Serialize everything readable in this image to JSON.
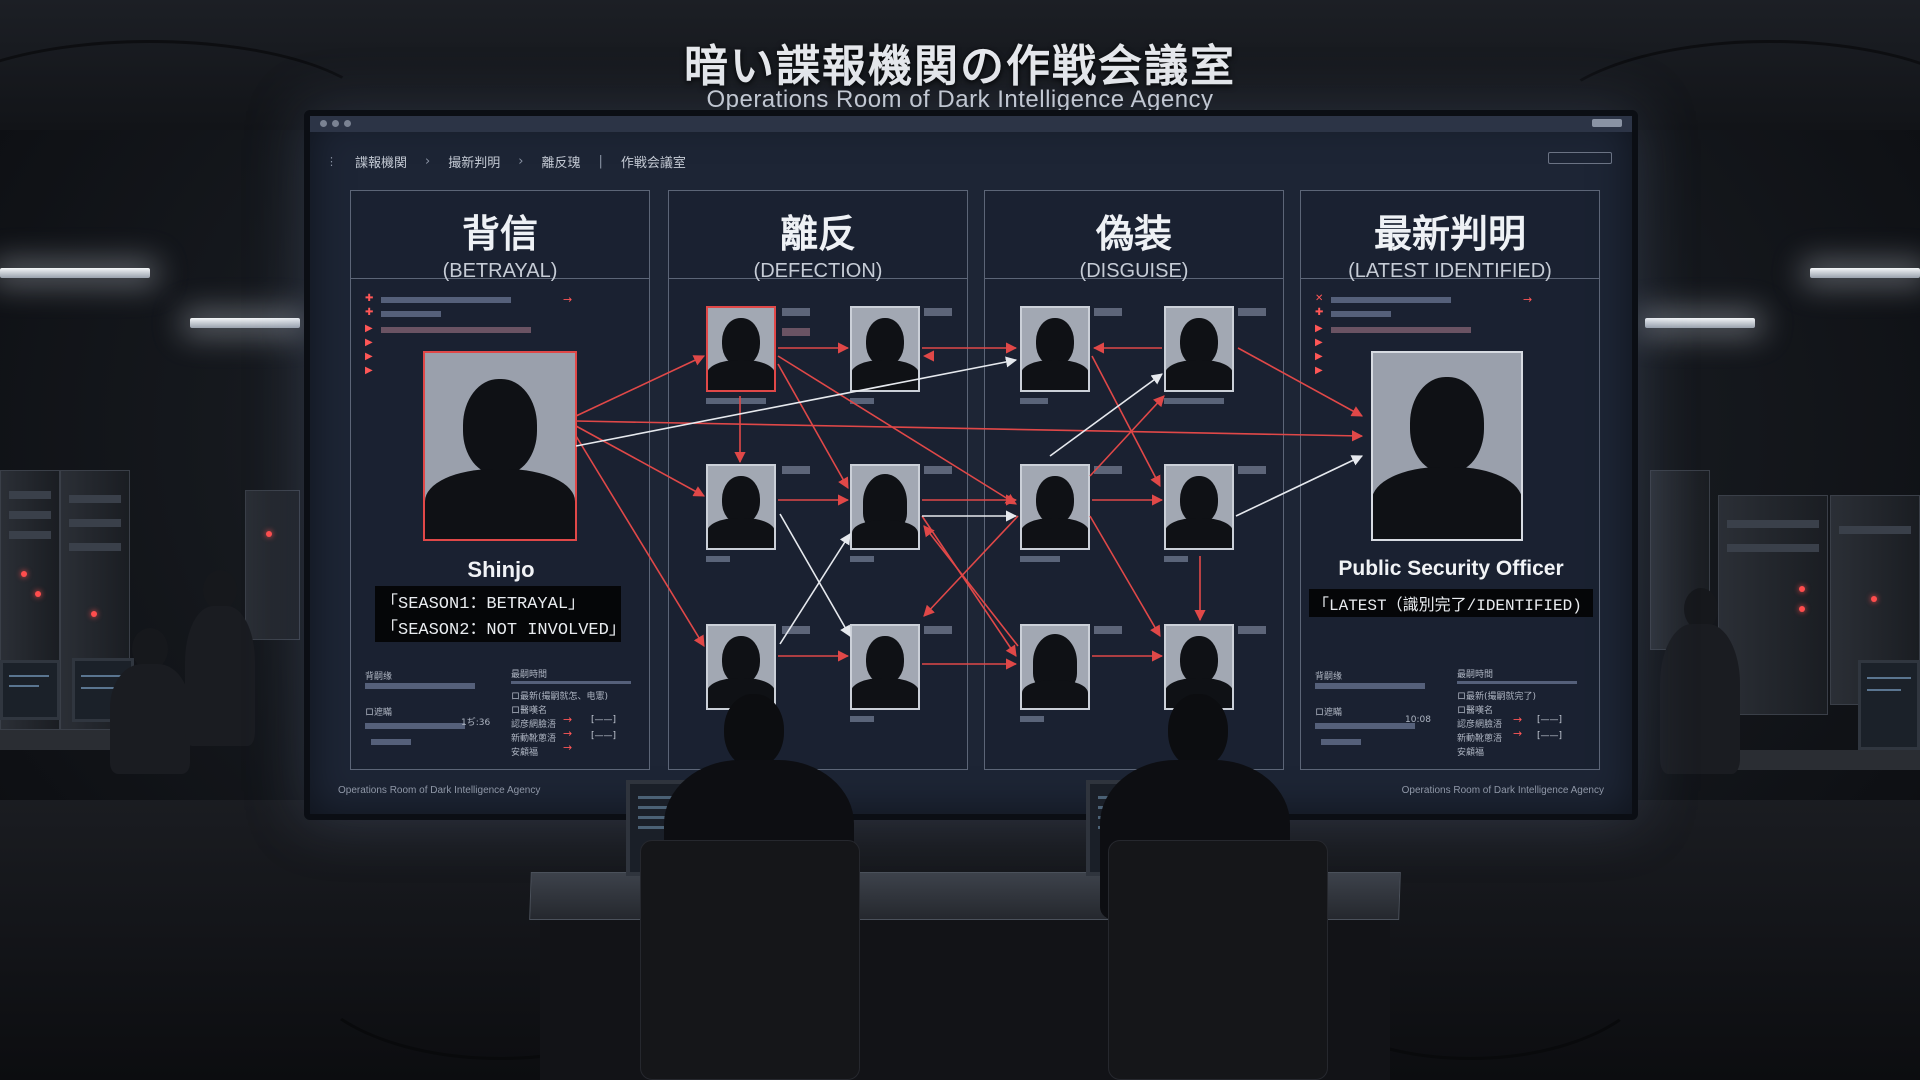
{
  "header": {
    "title": "暗い諜報機関の作戦会議室",
    "subtitle": "Operations Room of Dark Intelligence Agency"
  },
  "screen": {
    "breadcrumb": [
      "諜報機関",
      "撮新判明",
      "離反瑰",
      "作戦会議室"
    ],
    "footer_left": "Operations Room of Dark Intelligence Agency",
    "footer_right": "Operations Room of Dark Intelligence Agency"
  },
  "columns": [
    {
      "title": "背信",
      "subtitle": "(BETRAYAL)"
    },
    {
      "title": "離反",
      "subtitle": "(DEFECTION)"
    },
    {
      "title": "偽装",
      "subtitle": "(DISGUISE)"
    },
    {
      "title": "最新判明",
      "subtitle": "(LATEST IDENTIFIED)"
    }
  ],
  "betrayal_panel": {
    "name": "Shinjo",
    "tags": [
      "「SEASON1：BETRAYAL」",
      "「SEASON2：NOT INVOLVED」"
    ],
    "bottom_left": "背嗣缘",
    "bottom_right_head": "最嗣時間",
    "bottom_items": [
      "ロ最新(撮嗣就怎、电憲)",
      "ロ醫嘆名",
      "認彦網臉浯",
      "新動靴蔥浯",
      "安顧福"
    ],
    "time": "1ぢ:36",
    "status_label": "ロ遮瞞"
  },
  "latest_panel": {
    "name": "Public Security Officer",
    "tag": "「LATEST（識別完了/IDENTIFIED)",
    "bottom_left": "背嗣缘",
    "bottom_right_head": "最嗣時間",
    "bottom_items": [
      "ロ最新(撮嗣就完了)",
      "ロ醫嘆名",
      "認彦網臉浯",
      "新動靴蔥浯",
      "安顧福"
    ],
    "time": "10:08",
    "status_label": "ロ遮瞞"
  },
  "colors": {
    "accent_red": "#e04848",
    "link_white": "#e6e9ee",
    "screen_bg": "#1d2535"
  },
  "icons": [
    "window-dot-icon",
    "chevron-right-icon",
    "arrow-right-icon",
    "silhouette-icon"
  ]
}
